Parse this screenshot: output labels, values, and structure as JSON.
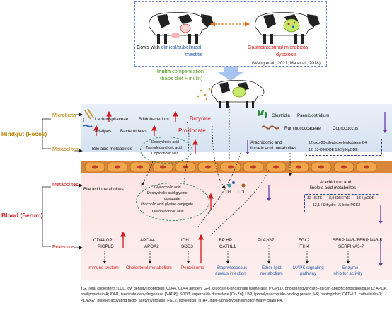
{
  "top": {
    "cow_left_caption_prefix": "Cows with ",
    "cow_left_caption_colored": "clinical/subclinical",
    "cow_left_caption_line2": "mastitis",
    "cow_right_caption_line1": "Gastrointestinal microbiota",
    "cow_right_caption_line2": "dysbiosis",
    "citation": "(Wang et al., 2021; Ma et al., 2018)"
  },
  "inulin": {
    "label_word": "Inulin",
    "label_rest": " compensation",
    "sub": "(basic diet + inulin)"
  },
  "sections": {
    "hindgut": "Hindgut (Feces)",
    "blood": "Blood (Serum)",
    "microbiota": "Microbiota",
    "metabolites_hg": "Metabolites",
    "metabolites_bl": "Metabolites",
    "proteome": "Proteome"
  },
  "hindgut": {
    "lachnospiraceae": "Lachnospiraceae",
    "bifidobacterium": "Bifidobacterium",
    "butyrate": "Butyrate",
    "alistipes": "Alistipes",
    "bacteroidales": "Bacteroidales",
    "propionate": "Propionate",
    "clostridia": "Clostridia",
    "paeniclostridium": "Paeniclostridium",
    "ruminococcaceae": "Ruminococcaceae",
    "coprococcus": "Coprococcus",
    "bile_acid": "Bile acid metabolites",
    "bile_items": [
      "Deoxycholic acid",
      "Taurodeoxycholic acid",
      "Coprocholic acid"
    ],
    "arach_l1": "Arachidonic and",
    "arach_l2": "linoleic acid metabolites",
    "arach_box": [
      "12-oxo-20-dihydroxy-leukotriene B4",
      "12, 13-DiHODE   13(S)-HpODE"
    ]
  },
  "blood": {
    "bile_acid": "Bile acid metabolites",
    "bile_items": [
      "Glycocholic acid",
      "Deoxycholic acid glycine",
      "conjugate",
      "Lithocholic acid glycine conjugate",
      "Taurohyocholic acid"
    ],
    "tg": "TG",
    "ldl": "LDL",
    "arach_l1": "Arachidonic and",
    "arach_l2": "linoleic acid metabolites",
    "arach_box": [
      "12-HETE",
      "8,9-DiHETrE",
      "13-HpODE",
      "13,14-Dihydro-15-keto-PGE2"
    ]
  },
  "proteome": {
    "g1": [
      "CD44  GPI",
      "PIGPLD"
    ],
    "g2": [
      "APOA4",
      "APOA2"
    ],
    "g3": [
      "IDH1",
      "SOD3"
    ],
    "g4": [
      "LBP   HP",
      "CATHL1"
    ],
    "g5": [
      "PLA2G7"
    ],
    "g6": [
      "FGL2",
      "ITIH4"
    ],
    "g7": [
      "SERPINA3-3",
      "SERPINA3-7"
    ],
    "g8": [
      "SERPINA3-5"
    ],
    "f1": [
      "Immune system"
    ],
    "f2": [
      "Cholesterol metabolism"
    ],
    "f3": [
      "Peroxisome"
    ],
    "f4": [
      "Staphylococcus",
      "aureus infection"
    ],
    "f5": [
      "Ether lipid",
      "metabolism"
    ],
    "f6": [
      "MAPK signaling",
      "pathway"
    ],
    "f7": [
      "Enzyme",
      "inhibitor activity"
    ]
  },
  "footnote": "TG, Total cholesterol; LDL, low density lipoprotein; CD44, CD44 antigen; GPI, glucose-6-phosphate isomerase; PIGPLD, phosphatidylinositol-glycan-specific phospholipase D; APOA, apolipoprotein A; IDH1, isocitrate dehydrogenase [NADP]; SOD3, superoxide dismutase [Cu-Zn]; LBP, lipopolysaccharide-binding protein; HP, haptoglobin; CATHL1, cathelicidin-1; PLA2G7, platelet-activating factor acetylhydrolase; FGL2, fibroleukin; ITIH4, inter-alpha-trypsin inhibitor heavy chain H4.",
  "colors": {
    "red": "#d21a1a",
    "blue": "#2a5fb0",
    "gold": "#b8860b",
    "green": "#5a9a28",
    "purple": "#6a3aa8",
    "hindgut_bg": "#dbe6f3",
    "blood_bg": "#fbe3e3"
  }
}
